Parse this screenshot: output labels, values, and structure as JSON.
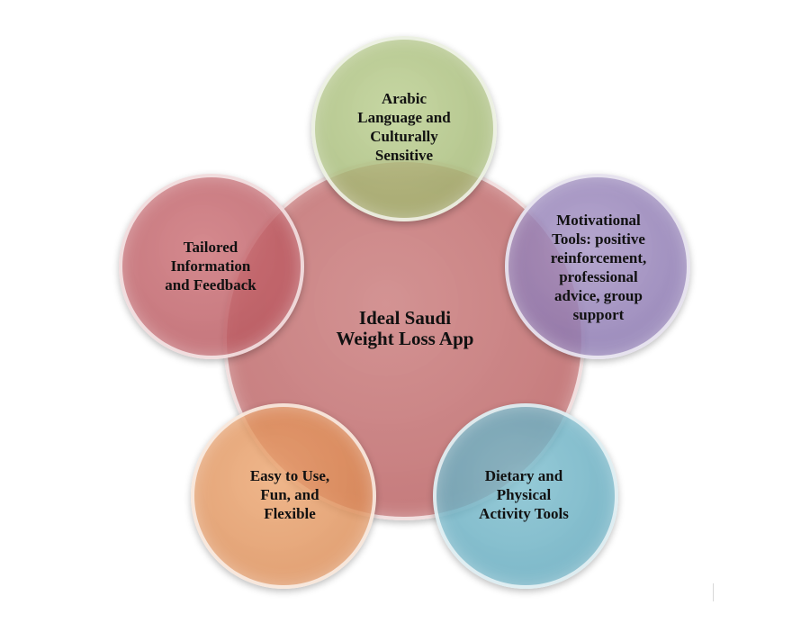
{
  "center": {
    "text": "Ideal Saudi\nWeight Loss App"
  },
  "nodes": {
    "top": {
      "text": "Arabic\nLanguage and\nCulturally\nSensitive"
    },
    "right": {
      "text": "Motivational\nTools: positive\nreinforcement,\nprofessional\nadvice, group\nsupport"
    },
    "bottom_right": {
      "text": "Dietary and\nPhysical\nActivity Tools"
    },
    "bottom_left": {
      "text": "Easy to Use,\nFun, and\nFlexible"
    },
    "left": {
      "text": "Tailored\nInformation\nand Feedback"
    }
  },
  "colors": {
    "center": "#c4797b",
    "top": "#a9c07e",
    "right": "#9b88bd",
    "bottom_right": "#6fb0c4",
    "bottom_left": "#e29660",
    "left": "#c06068"
  }
}
